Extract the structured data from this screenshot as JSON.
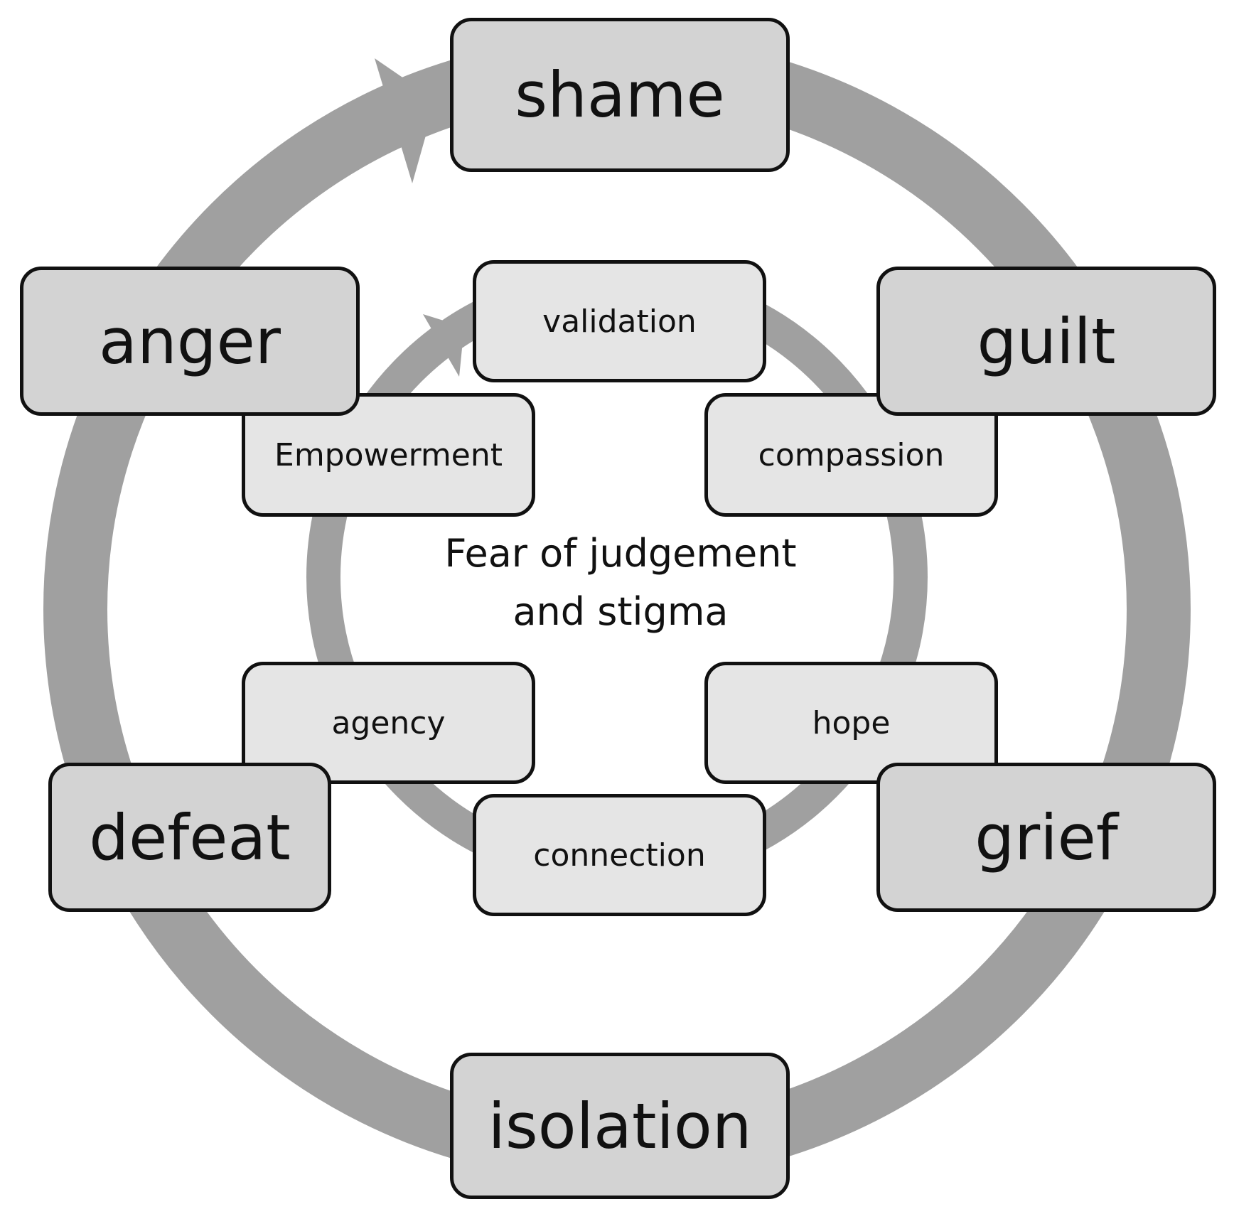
{
  "colors": {
    "ring": "#a0a0a0",
    "outer_box_fill": "#d3d3d3",
    "inner_box_fill": "#e5e5e5",
    "box_border": "#111111",
    "text": "#111111"
  },
  "outer_cycle": {
    "items": [
      {
        "label": "shame"
      },
      {
        "label": "guilt"
      },
      {
        "label": "grief"
      },
      {
        "label": "isolation"
      },
      {
        "label": "defeat"
      },
      {
        "label": "anger"
      }
    ]
  },
  "inner_cycle": {
    "items": [
      {
        "label": "validation"
      },
      {
        "label": "compassion"
      },
      {
        "label": "hope"
      },
      {
        "label": "connection"
      },
      {
        "label": "agency"
      },
      {
        "label": "Empowerment"
      }
    ]
  },
  "center": {
    "line1": "Fear of judgement",
    "line2": "and stigma"
  }
}
